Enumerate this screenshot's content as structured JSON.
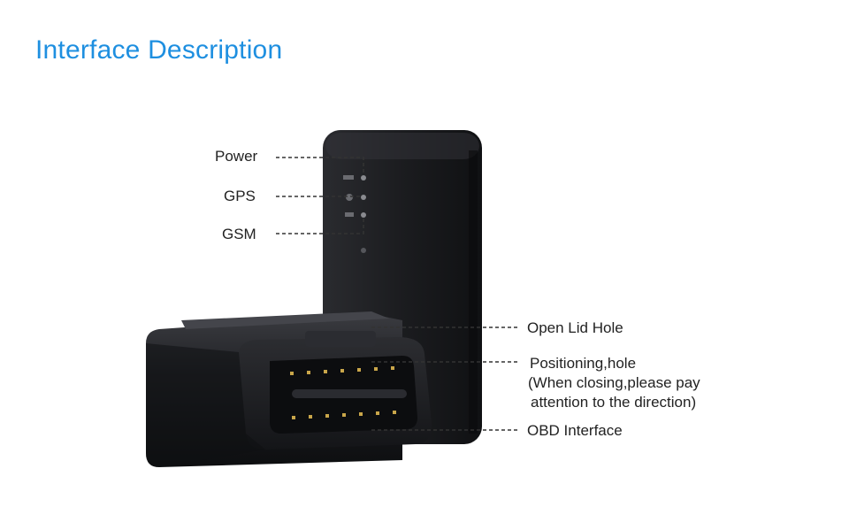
{
  "title": "Interface Description",
  "labels": {
    "power": "Power",
    "gps": "GPS",
    "gsm": "GSM",
    "open_lid_hole": "Open Lid Hole",
    "positioning_hole": "Positioning,hole",
    "positioning_note_1": "(When closing,please pay",
    "positioning_note_2": "attention to the direction)",
    "obd_interface": "OBD Interface"
  },
  "colors": {
    "title": "#1e8fe0",
    "device_body": "#1c1d20",
    "leader_line": "#333333"
  }
}
